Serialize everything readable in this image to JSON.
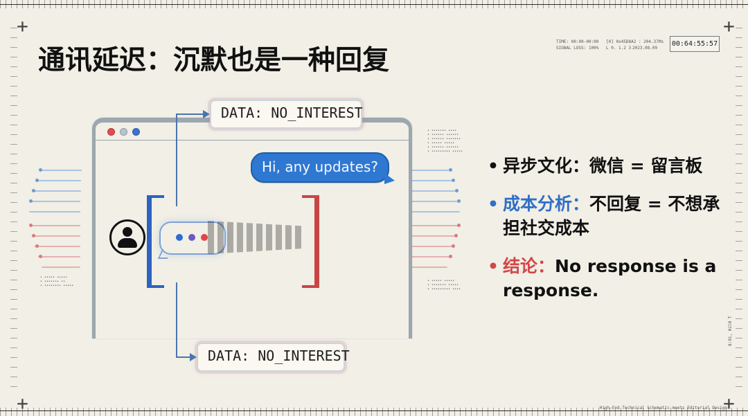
{
  "slide": {
    "title": "通讯延迟：沉默也是一种回复"
  },
  "hud": {
    "line_1": "TIME: 00:00-00:00",
    "line_2": "SIGNAL LOSS: 100%",
    "line_3": "[0] 0x45D8A2 : 204.37Ms",
    "line_4": "L 0. 1.2 3",
    "line_5": "2023.08.09",
    "timer": "00:64:55:57"
  },
  "diagram": {
    "top_tag": "DATA: NO_INTEREST",
    "bottom_tag": "DATA: NO_INTEREST",
    "speech_bubble": "Hi, any updates?"
  },
  "bullets": [
    {
      "lead": "异步文化：",
      "text": "微信 = 留言板",
      "lead_color": "#111111"
    },
    {
      "lead": "成本分析：",
      "text": "不回复 = 不想承担社交成本",
      "lead_color": "#2f6fc7"
    },
    {
      "lead": "结论：",
      "text": "No response is a response.",
      "lead_color": "#d24646"
    }
  ],
  "side_labels": {
    "right_vertical": "8:91, 01l0 T",
    "bottom_right": "High-End Technical Schematic meets Editorial Design"
  }
}
